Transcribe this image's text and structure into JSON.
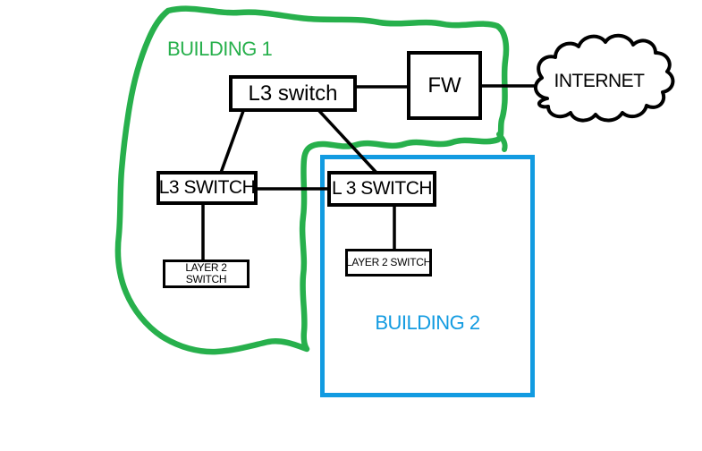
{
  "diagram": {
    "type": "network-topology-sketch",
    "groups": {
      "building1": {
        "label": "BUILDING 1"
      },
      "building2": {
        "label": "BUILDING 2"
      }
    },
    "nodes": {
      "core_l3_switch": {
        "label": "L3 switch"
      },
      "firewall": {
        "label": "FW"
      },
      "internet_cloud": {
        "label": "INTERNET"
      },
      "building1_l3_switch": {
        "label": "L3 SWITCH"
      },
      "building2_l3_switch": {
        "label": "L 3 SWITCH"
      },
      "building1_l2_switch": {
        "line1": "LAYER 2",
        "line2": "SWITCH"
      },
      "building2_l2_switch": {
        "label": "LAYER 2 SWITCH"
      }
    },
    "edges": [
      {
        "from": "core_l3_switch",
        "to": "firewall"
      },
      {
        "from": "firewall",
        "to": "internet_cloud"
      },
      {
        "from": "core_l3_switch",
        "to": "building1_l3_switch"
      },
      {
        "from": "core_l3_switch",
        "to": "building2_l3_switch"
      },
      {
        "from": "building1_l3_switch",
        "to": "building2_l3_switch"
      },
      {
        "from": "building1_l3_switch",
        "to": "building1_l2_switch"
      },
      {
        "from": "building2_l3_switch",
        "to": "building2_l2_switch"
      }
    ],
    "colors": {
      "building1_green": "#27b04c",
      "building2_blue": "#129be1",
      "line_black": "#000000",
      "background": "#ffffff"
    }
  }
}
